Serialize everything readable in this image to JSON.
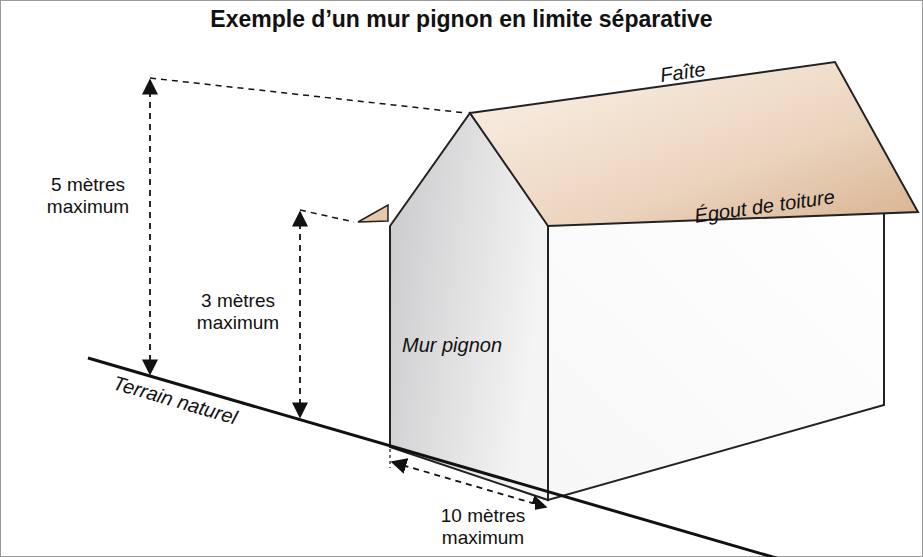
{
  "diagram": {
    "title": "Exemple d’un mur pignon en limite séparative",
    "labels": [
      "Faîte",
      "Égout de toiture",
      "5 mètres maximum",
      "3 mètres maximum",
      "Mur pignon",
      "Terrain naturel",
      "10 mètres maximum"
    ]
  }
}
